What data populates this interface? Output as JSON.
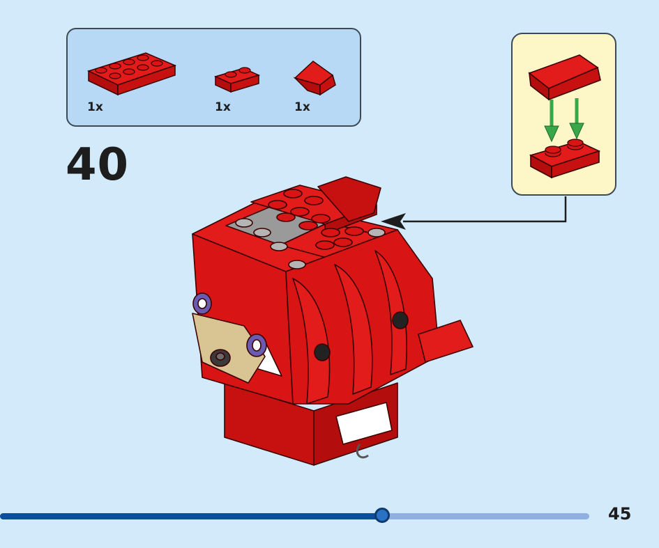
{
  "parts_list": {
    "items": [
      {
        "icon": "plate-2x4-red-icon",
        "quantity": "1x"
      },
      {
        "icon": "plate-1x2-red-icon",
        "quantity": "1x"
      },
      {
        "icon": "slope-1x2-red-icon",
        "quantity": "1x"
      }
    ]
  },
  "step": {
    "number": "40"
  },
  "callout": {
    "icons": [
      "slope-1x2-red-icon",
      "plate-1x2-red-icon",
      "green-down-arrow-icon"
    ]
  },
  "progress": {
    "fraction": 0.648
  },
  "page": {
    "number": "45"
  },
  "colors": {
    "background": "#d3eafb",
    "parts_box": "#b7d9f5",
    "callout_box": "#fdf6c7",
    "brick_red": "#d81414",
    "progress_fill": "#0b4f9c",
    "progress_track": "#8fb0e0",
    "arrow_green": "#3aa64a"
  }
}
